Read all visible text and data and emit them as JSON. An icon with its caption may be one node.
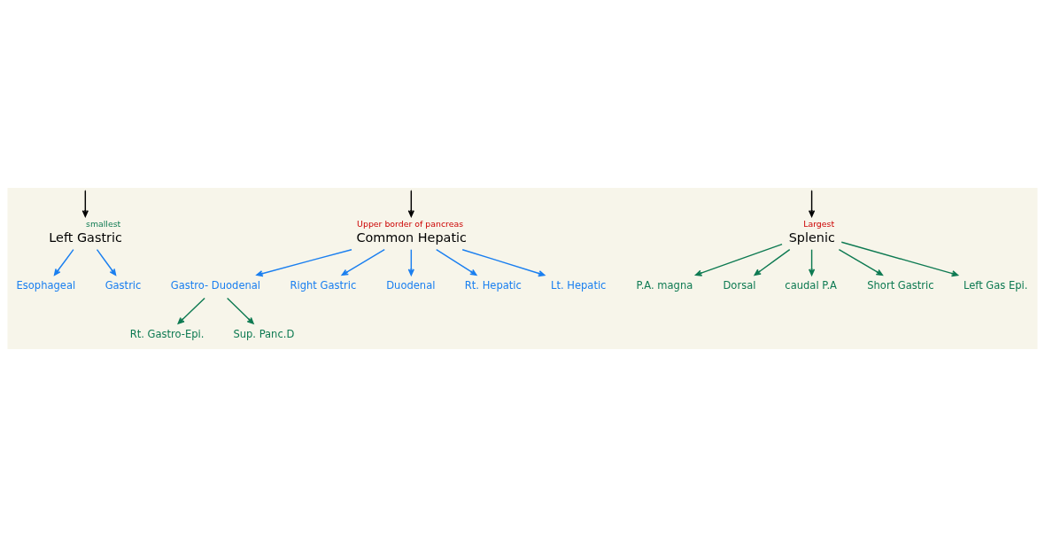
{
  "diagram": {
    "nodes": [
      {
        "text": [
          "Left Gastric"
        ],
        "beside": [
          "smallest"
        ]
      },
      {
        "text": [
          "Common Hepatic"
        ],
        "beside": [
          "Upper border of pancreas"
        ]
      },
      {
        "text": [
          "Splenic"
        ],
        "beside": [
          "Largest"
        ]
      },
      {
        "text": [
          "Esophageal"
        ]
      },
      {
        "text": [
          "Gastric"
        ]
      },
      {
        "text": [
          "Gastro- Duodenal"
        ]
      },
      {
        "text": [
          "Right Gastric"
        ]
      },
      {
        "text": [
          "Duodenal"
        ]
      },
      {
        "text": [
          "Rt. Hepatic"
        ]
      },
      {
        "text": [
          "Lt. Hepatic"
        ]
      },
      {
        "text": [
          "Rt. Gastro-Epi."
        ]
      },
      {
        "text": [
          "Sup. Panc.D"
        ]
      },
      {
        "text": [
          "P.A. magna"
        ]
      },
      {
        "text": [
          "Dorsal"
        ]
      },
      {
        "text": [
          "caudal P.A"
        ]
      },
      {
        "text": [
          "Short Gastric"
        ]
      },
      {
        "text": [
          "Left Gas Epi."
        ]
      }
    ],
    "edges": [
      {
        "from": null,
        "to": 0,
        "arrow": "to",
        "color": "#000000"
      },
      {
        "from": null,
        "to": 1,
        "arrow": "to",
        "color": "#000000"
      },
      {
        "from": null,
        "to": 2,
        "arrow": "to",
        "color": "#000000"
      },
      {
        "from": 0,
        "to": 3,
        "arrow": "to",
        "color": "#1a7ff0"
      },
      {
        "from": 0,
        "to": 4,
        "arrow": "to",
        "color": "#1a7ff0"
      },
      {
        "from": 1,
        "to": 5,
        "arrow": "to",
        "color": "#1a7ff0"
      },
      {
        "from": 1,
        "to": 6,
        "arrow": "to",
        "color": "#1a7ff0"
      },
      {
        "from": 1,
        "to": 7,
        "arrow": "to",
        "color": "#1a7ff0"
      },
      {
        "from": 1,
        "to": 8,
        "arrow": "to",
        "color": "#1a7ff0"
      },
      {
        "from": 1,
        "to": 9,
        "arrow": "to",
        "color": "#1a7ff0"
      },
      {
        "from": 5,
        "to": 10,
        "arrow": "to",
        "color": "#0e7a52"
      },
      {
        "from": 5,
        "to": 11,
        "arrow": "to",
        "color": "#0e7a52"
      },
      {
        "from": 2,
        "to": 12,
        "arrow": "to",
        "color": "#0e7a52"
      },
      {
        "from": 2,
        "to": 13,
        "arrow": "to",
        "color": "#0e7a52"
      },
      {
        "from": 2,
        "to": 14,
        "arrow": "to",
        "color": "#0e7a52"
      },
      {
        "from": 2,
        "to": 15,
        "arrow": "to",
        "color": "#0e7a52"
      },
      {
        "from": 2,
        "to": 16,
        "arrow": "to",
        "color": "#0e7a52"
      }
    ]
  }
}
